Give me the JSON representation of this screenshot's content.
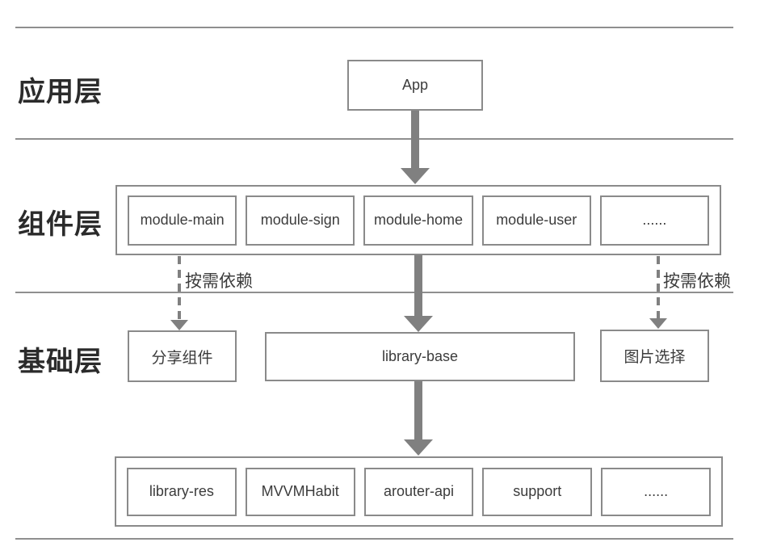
{
  "layers": {
    "app": {
      "label": "应用层",
      "box_label": "App"
    },
    "component": {
      "label": "组件层",
      "modules": [
        "module-main",
        "module-sign",
        "module-home",
        "module-user",
        "......"
      ]
    },
    "base": {
      "label": "基础层",
      "share_box": "分享组件",
      "library_box": "library-base",
      "picker_box": "图片选择"
    },
    "foundation": {
      "modules": [
        "library-res",
        "MVVMHabit",
        "arouter-api",
        "support",
        "......"
      ]
    }
  },
  "annotations": {
    "on_demand_left": "按需依赖",
    "on_demand_right": "按需依赖"
  },
  "colors": {
    "border_gray": "#8a8a8a",
    "arrow_gray": "#808080",
    "separator_gray": "#8f8f8f",
    "text_dark": "#3c3c3c",
    "label_black": "#2b2b2b",
    "background": "#ffffff"
  }
}
